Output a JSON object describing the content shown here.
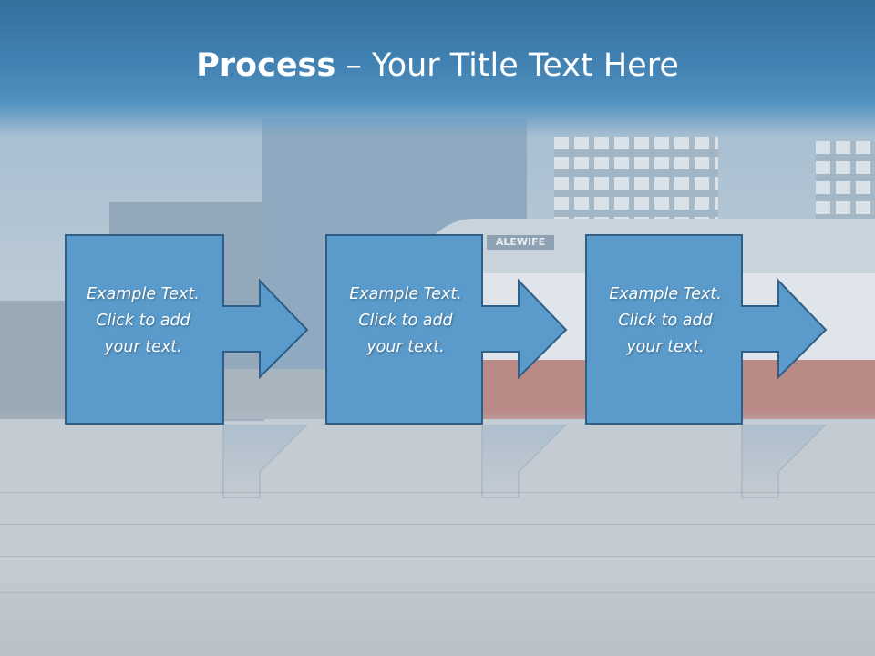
{
  "slide": {
    "title_bold": "Process",
    "title_rest": " – Your Title Text Here",
    "steps": [
      {
        "line1": "Example Text.",
        "line2": "Click  to add",
        "line3": "your text."
      },
      {
        "line1": "Example Text.",
        "line2": "Click  to add",
        "line3": "your text."
      },
      {
        "line1": "Example Text.",
        "line2": "Click  to add",
        "line3": "your text."
      }
    ],
    "background_sign": "ALEWIFE"
  },
  "colors": {
    "title_bar": "#3f7fb0",
    "shape_fill": "#5a9bcb",
    "shape_stroke": "#2f5f86",
    "text": "#ffffff"
  },
  "icons": [
    "right-arrow-shape"
  ]
}
